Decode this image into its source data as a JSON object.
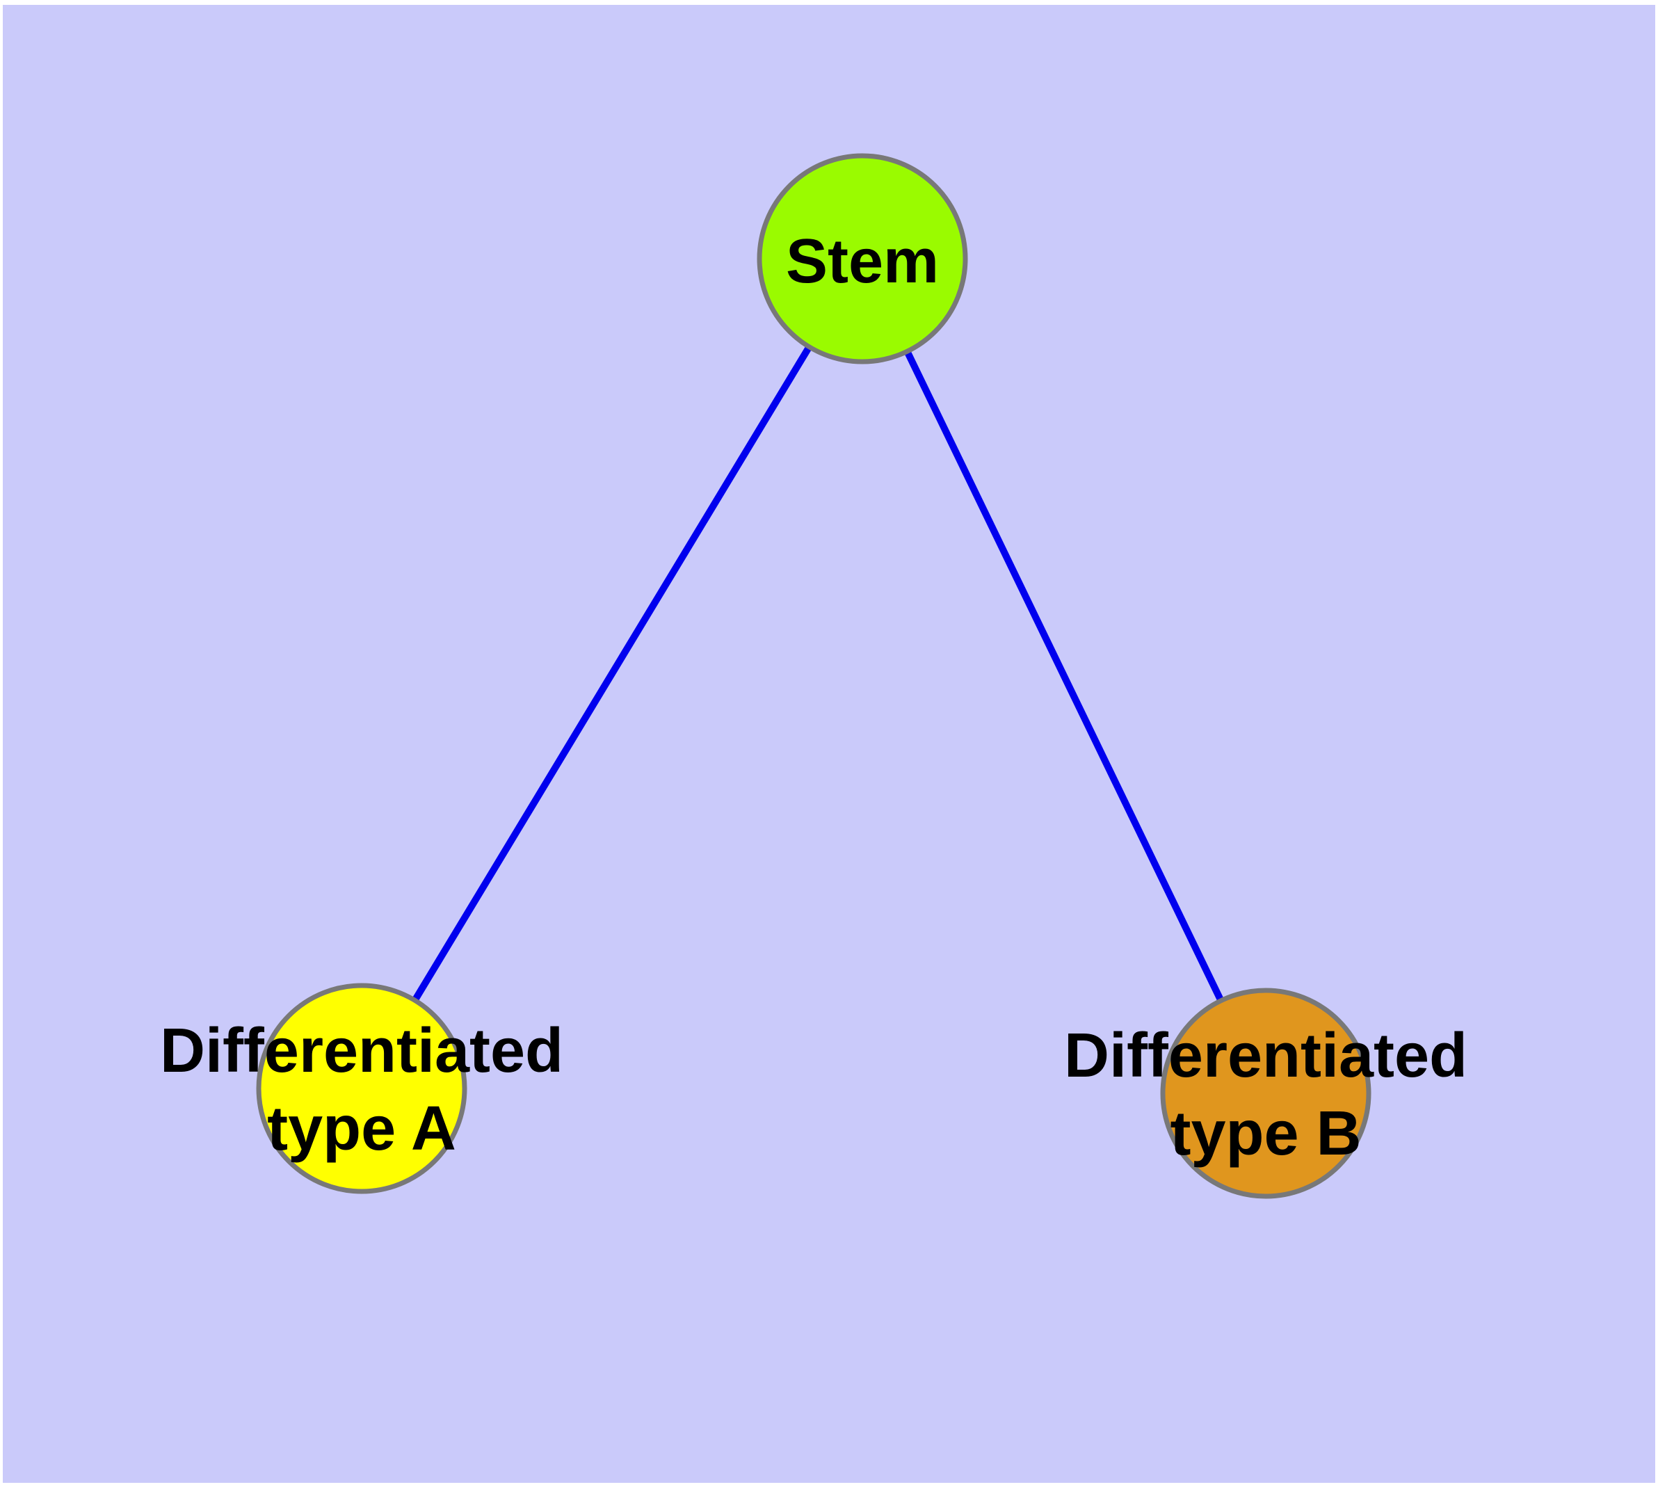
{
  "canvas": {
    "background_color": "#CACAFA",
    "frame_color": "#FFFFFF"
  },
  "graph": {
    "edge_color": "#0000EE",
    "node_border_color": "#787878",
    "text_color": "#000000",
    "nodes": {
      "stem": {
        "label": "Stem",
        "fill_color": "#9AFB00"
      },
      "type_a": {
        "label_line1": "Differentiated",
        "label_line2": "type A",
        "fill_color": "#FFFF00"
      },
      "type_b": {
        "label_line1": "Differentiated",
        "label_line2": "type B",
        "fill_color": "#E0961E"
      }
    },
    "edges": [
      {
        "from": "Stem",
        "to": "Differentiated type A"
      },
      {
        "from": "Stem",
        "to": "Differentiated type B"
      }
    ]
  }
}
